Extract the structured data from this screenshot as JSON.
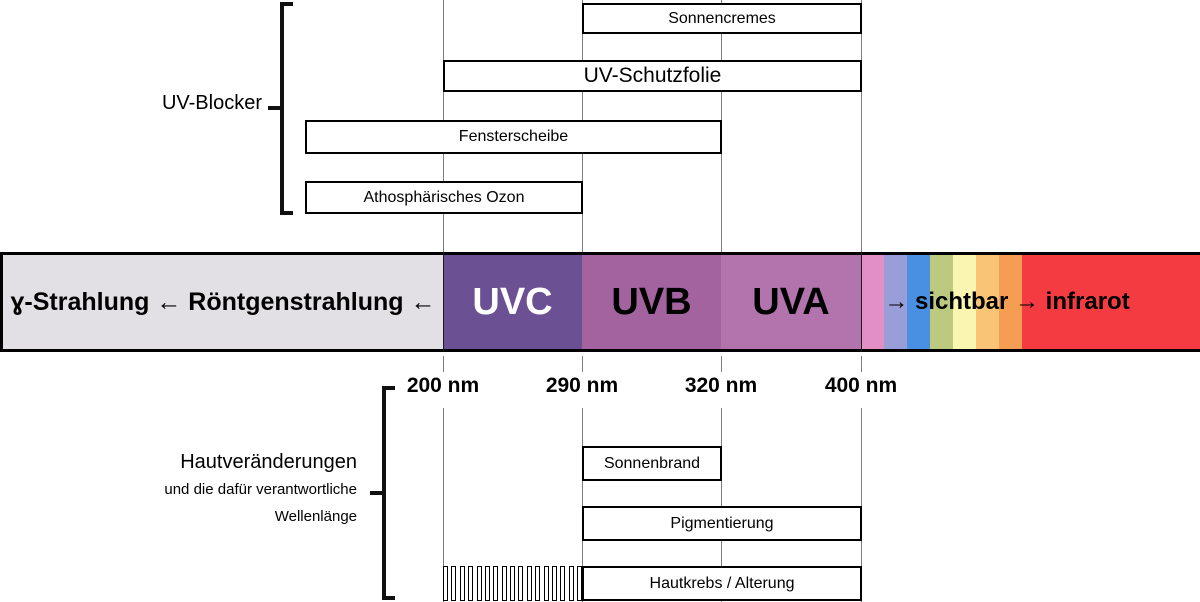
{
  "top_section": {
    "bracket_label": "UV-Blocker",
    "boxes": [
      {
        "label": "Sonnencremes"
      },
      {
        "label": "UV-Schutzfolie"
      },
      {
        "label": "Fensterscheibe"
      },
      {
        "label": "Athosphärisches Ozon"
      }
    ]
  },
  "spectrum_band": {
    "left_label": "ɣ-Strahlung ← Röntgenstrahlung ←",
    "gray_color": "#e2e0e4",
    "segments": [
      {
        "name": "UVC",
        "color": "#6b5094",
        "text_color": "#ffffff"
      },
      {
        "name": "UVB",
        "color": "#a3639f",
        "text_color": "#000000"
      },
      {
        "name": "UVA",
        "color": "#b374ae",
        "text_color": "#000000"
      }
    ],
    "right_label": "→ sichtbar → infrarot",
    "rainbow_colors": [
      "#e18fc4",
      "#9a9ed8",
      "#4a90e2",
      "#bcca80",
      "#faf5b0",
      "#f9c475",
      "#f59d53"
    ],
    "infrared_color": "#f43b42"
  },
  "wavelengths": [
    "200 nm",
    "290 nm",
    "320 nm",
    "400 nm"
  ],
  "bottom_section": {
    "bracket_label_line1": "Hautveränderungen",
    "bracket_label_line2": "und die dafür verantwortliche",
    "bracket_label_line3": "Wellenlänge",
    "boxes": [
      {
        "label": "Sonnenbrand"
      },
      {
        "label": "Pigmentierung"
      },
      {
        "label": "Hautkrebs / Alterung"
      }
    ],
    "hatch_bar_count": 17
  }
}
